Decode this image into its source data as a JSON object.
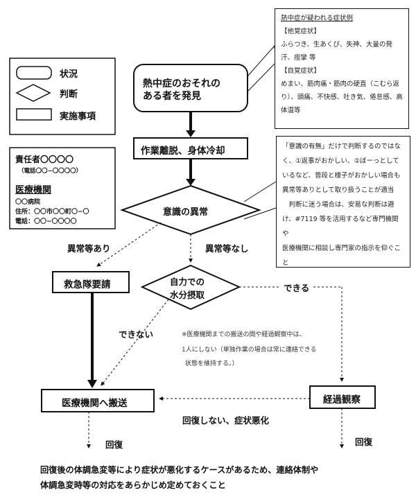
{
  "legend": {
    "situation": "状況",
    "decision": "判断",
    "action": "実施事項"
  },
  "contact": {
    "responsible": "責任者〇〇〇〇",
    "responsible_tel": "（電話〇〇−〇〇〇〇）",
    "medical_title": "医療機関",
    "hospital": "〇〇病院",
    "address": "住所：〇〇市〇〇町〇−〇",
    "tel": "電話：〇〇−〇〇〇〇"
  },
  "note_symptoms": {
    "title": "熱中症が疑われる症状例",
    "objective_head": "【他覚症状】",
    "objective_1": "ふらつき、生あくび、失神、大量の発",
    "objective_2": "汗、痙攣 等",
    "subjective_head": "【自覚症状】",
    "subjective_1": "めまい、筋肉痛・筋肉の硬直（こむら返",
    "subjective_2": "り）、頭痛、不快感、吐き気、倦怠感、高",
    "subjective_3": "体温等"
  },
  "note_consciousness": {
    "line1": "「意識の有無」だけで判断するのではな",
    "line2": "く、①返事がおかしい、②ぼーっとして",
    "line3": "いるなど、普段と様子がおかしい場合も",
    "line4": "異常等ありとして取り扱うことが適当",
    "line5": "　判断に迷う場合は、安易な判断は避",
    "line6": "け、#7119 等を活用するなど専門機関や",
    "line7": "医療機関に相談し専門家の指示を仰ぐこ",
    "line8": "と"
  },
  "flow": {
    "discover_1": "熱中症のおそれの",
    "discover_2": "ある者を発見",
    "cooling": "作業離脱、身体冷却",
    "consciousness": "意識の異常",
    "abnormal_yes": "異常等あり",
    "abnormal_no": "異常等なし",
    "ambulance": "救急隊要請",
    "hydration_1": "自力での",
    "hydration_2": "水分摂取",
    "can": "できる",
    "cannot": "できない",
    "transport_note_1": "※医療機関までの搬送の間や経過観察中は、",
    "transport_note_2": "1人にしない（単独作業の場合は常に連絡できる",
    "transport_note_3": "状態を維持する。）",
    "transport": "医療機関へ搬送",
    "observe": "経過観察",
    "worsen": "回復しない、症状悪化",
    "recover_left": "回復",
    "recover_right": "回復"
  },
  "footer": {
    "line1": "回復後の体調急変等により症状が悪化するケースがあるため、連絡体制や",
    "line2": "体調急変時等の対応をあらかじめ定めておくこと"
  }
}
